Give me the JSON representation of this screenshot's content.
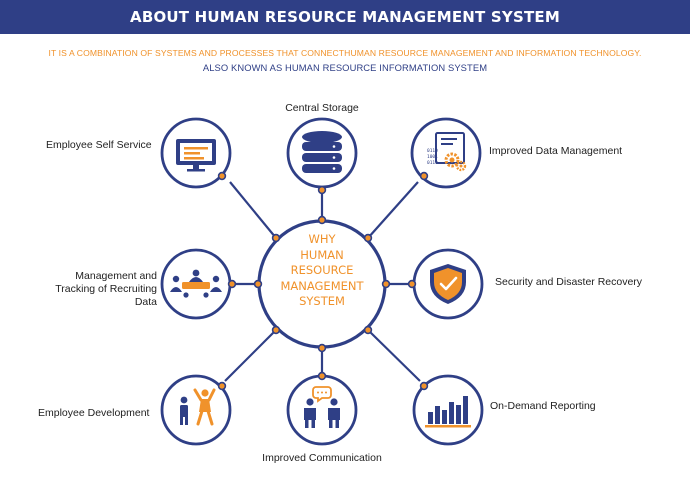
{
  "header": {
    "title": "ABOUT HUMAN RESOURCE MANAGEMENT SYSTEM"
  },
  "subtitle": {
    "line1": "IT IS A COMBINATION OF SYSTEMS AND PROCESSES THAT CONNECTHUMAN RESOURCE MANAGEMENT AND INFORMATION TECHNOLOGY.",
    "line2": "ALSO KNOWN AS HUMAN RESOURCE INFORMATION SYSTEM"
  },
  "center": {
    "lines": [
      "WHY",
      "HUMAN",
      "RESOURCE",
      "MANAGEMENT",
      "SYSTEM"
    ]
  },
  "nodes": {
    "employee_self_service": {
      "label": "Employee Self Service",
      "icon": "monitor-icon"
    },
    "central_storage": {
      "label": "Central Storage",
      "icon": "database-icon"
    },
    "improved_data_management": {
      "label": "Improved Data Management",
      "icon": "document-gears-icon"
    },
    "security_disaster_recovery": {
      "label": "Security and Disaster Recovery",
      "icon": "shield-check-icon"
    },
    "on_demand_reporting": {
      "label": "On-Demand Reporting",
      "icon": "bar-chart-icon"
    },
    "improved_communication": {
      "label": "Improved Communication",
      "icon": "people-chat-icon"
    },
    "employee_development": {
      "label": "Employee Development",
      "icon": "person-growth-icon"
    },
    "recruiting": {
      "label_lines": [
        "Management and",
        "Tracking of Recruiting",
        "Data"
      ],
      "icon": "meeting-table-icon"
    }
  },
  "colors": {
    "navy": "#2f3f86",
    "orange": "#f0922b",
    "text": "#222222"
  }
}
